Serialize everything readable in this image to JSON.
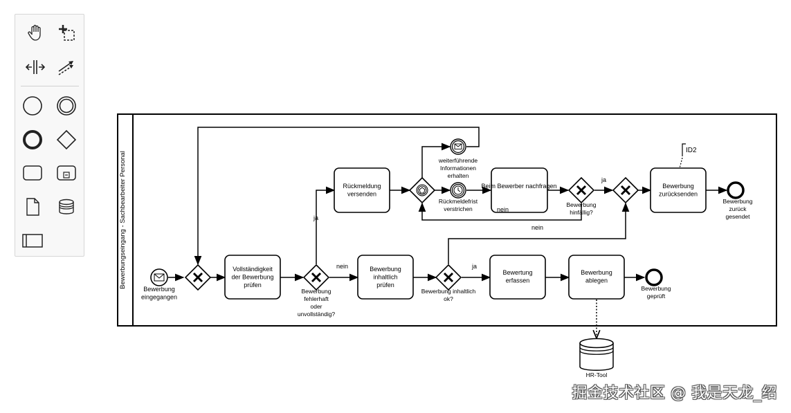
{
  "pool": {
    "label": "Bewerbungseingang - Sachbearbeiter Personal"
  },
  "nodes": {
    "start": {
      "label": "Bewerbung eingegangen"
    },
    "gw_merge": {
      "label": ""
    },
    "task_pruefen": {
      "label": "Vollständigkeit der Bewerbung prüfen"
    },
    "gw_fehlerhaft": {
      "label": "Bewerbung fehlerhaft oder unvollständig?"
    },
    "task_rueckmeldung": {
      "label": "Rückmeldung versenden"
    },
    "event_based_gw": {
      "label": ""
    },
    "msg_catch": {
      "label": "weiterführende Informationen erhalten"
    },
    "timer_catch": {
      "label": "Rückmeldefrist verstrichen"
    },
    "task_nachfragen": {
      "label": "Beim Bewerber nachfragen"
    },
    "gw_hinfaellig": {
      "label": "Bewerbung hinfällig?"
    },
    "gw_merge2": {
      "label": ""
    },
    "task_zuruecksenden": {
      "label": "Bewerbung zurücksenden"
    },
    "end_zurueck": {
      "label": "Bewerbung zurück gesendet"
    },
    "task_inhaltlich": {
      "label": "Bewerbung inhaltlich prüfen"
    },
    "gw_inhaltlich": {
      "label": "Bewerbung inhaltlich ok?"
    },
    "task_erfassen": {
      "label": "Bewertung erfassen"
    },
    "task_ablegen": {
      "label": "Bewerbung ablegen"
    },
    "end_geprueft": {
      "label": "Bewerbung geprüft"
    },
    "datastore": {
      "label": "HR-Tool"
    },
    "annotation": {
      "label": "ID2"
    }
  },
  "flow_labels": {
    "ja_up": "ja",
    "nein_right": "nein",
    "ja_inhaltlich": "ja",
    "nein_inhaltlich": "nein",
    "nein_hinfaellig": "nein",
    "ja_hinfaellig": "ja"
  },
  "palette": {
    "tools": [
      {
        "name": "hand-tool-icon"
      },
      {
        "name": "lasso-tool-icon"
      },
      {
        "name": "space-tool-icon"
      },
      {
        "name": "connect-tool-icon"
      },
      {
        "name": "start-event-icon"
      },
      {
        "name": "intermediate-event-icon"
      },
      {
        "name": "end-event-icon"
      },
      {
        "name": "gateway-icon"
      },
      {
        "name": "task-icon"
      },
      {
        "name": "subprocess-icon"
      },
      {
        "name": "data-object-icon"
      },
      {
        "name": "data-store-icon"
      },
      {
        "name": "pool-icon"
      }
    ]
  },
  "watermark": "掘金技术社区 @ 我是天龙_绍"
}
